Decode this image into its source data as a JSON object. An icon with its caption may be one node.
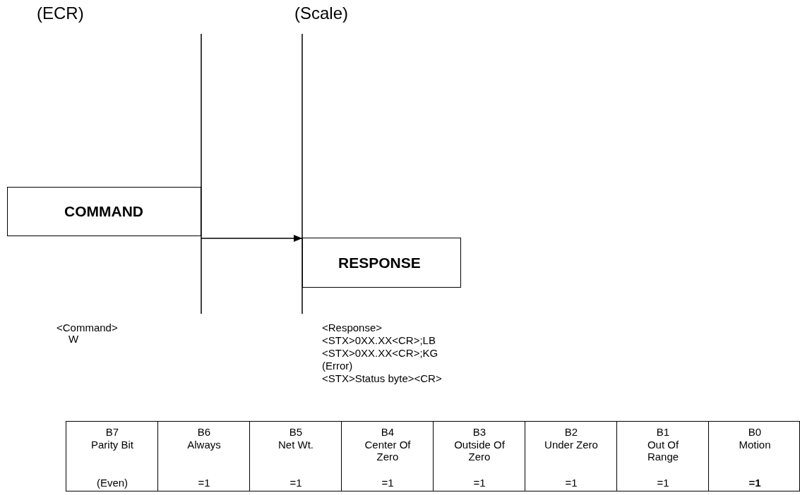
{
  "diagram": {
    "nodes": [
      {
        "text": [
          "COMMAND"
        ]
      },
      {
        "text": [
          "RESPONSE"
        ]
      }
    ],
    "edges": [
      {
        "from": 0,
        "to": 1,
        "arrow": "to"
      }
    ],
    "labels": [
      "(ECR)",
      "(Scale)",
      "<Command>",
      "W",
      "<Response>",
      "<STX>0XX.XX<CR>;LB",
      "<STX>0XX.XX<CR>;KG",
      "(Error)",
      "<STX>Status byte><CR>",
      "B7",
      "Parity Bit",
      "(Even)",
      "B6",
      "Always",
      "=1",
      "B5",
      "Net Wt.",
      "=1",
      "B4",
      "Center Of Zero",
      "=1",
      "B3",
      "Outside Of Zero",
      "=1",
      "B2",
      "Under Zero",
      "=1",
      "B1",
      "Out Of Range",
      "=1",
      "B0",
      "Motion",
      "=1"
    ]
  }
}
